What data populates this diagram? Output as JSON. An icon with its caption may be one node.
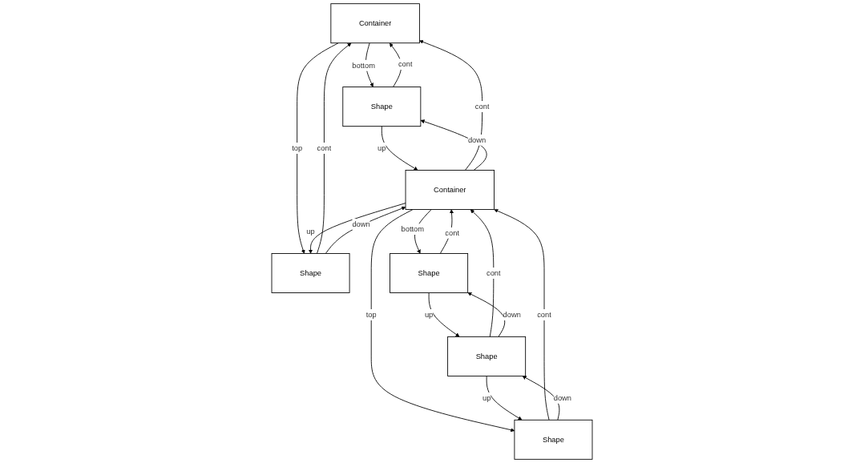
{
  "diagram": {
    "nodes": [
      {
        "text": [
          "Container"
        ]
      },
      {
        "text": [
          "Shape"
        ]
      },
      {
        "text": [
          "Container"
        ]
      },
      {
        "text": [
          "Shape"
        ]
      },
      {
        "text": [
          "Shape"
        ]
      },
      {
        "text": [
          "Shape"
        ]
      },
      {
        "text": [
          "Shape"
        ]
      }
    ],
    "edges": [
      {
        "from": 0,
        "to": 1,
        "arrow": "to",
        "label": "bottom"
      },
      {
        "from": 1,
        "to": 0,
        "arrow": "to",
        "label": "cont"
      },
      {
        "from": 2,
        "to": 0,
        "arrow": "to",
        "label": "cont"
      },
      {
        "from": 3,
        "to": 0,
        "arrow": "to",
        "label": "cont"
      },
      {
        "from": 0,
        "to": 3,
        "arrow": "to",
        "label": "top"
      },
      {
        "from": 1,
        "to": 2,
        "arrow": "to",
        "label": "up"
      },
      {
        "from": 2,
        "to": 1,
        "arrow": "to",
        "label": "down"
      },
      {
        "from": 2,
        "to": 3,
        "arrow": "to",
        "label": "up"
      },
      {
        "from": 3,
        "to": 2,
        "arrow": "to",
        "label": "down"
      },
      {
        "from": 2,
        "to": 4,
        "arrow": "to",
        "label": "bottom"
      },
      {
        "from": 4,
        "to": 2,
        "arrow": "to",
        "label": "cont"
      },
      {
        "from": 5,
        "to": 2,
        "arrow": "to",
        "label": "cont"
      },
      {
        "from": 6,
        "to": 2,
        "arrow": "to",
        "label": "cont"
      },
      {
        "from": 2,
        "to": 6,
        "arrow": "to",
        "label": "top"
      },
      {
        "from": 4,
        "to": 5,
        "arrow": "to",
        "label": "up"
      },
      {
        "from": 5,
        "to": 4,
        "arrow": "to",
        "label": "down"
      },
      {
        "from": 5,
        "to": 6,
        "arrow": "to",
        "label": "up"
      },
      {
        "from": 6,
        "to": 5,
        "arrow": "to",
        "label": "down"
      }
    ]
  }
}
